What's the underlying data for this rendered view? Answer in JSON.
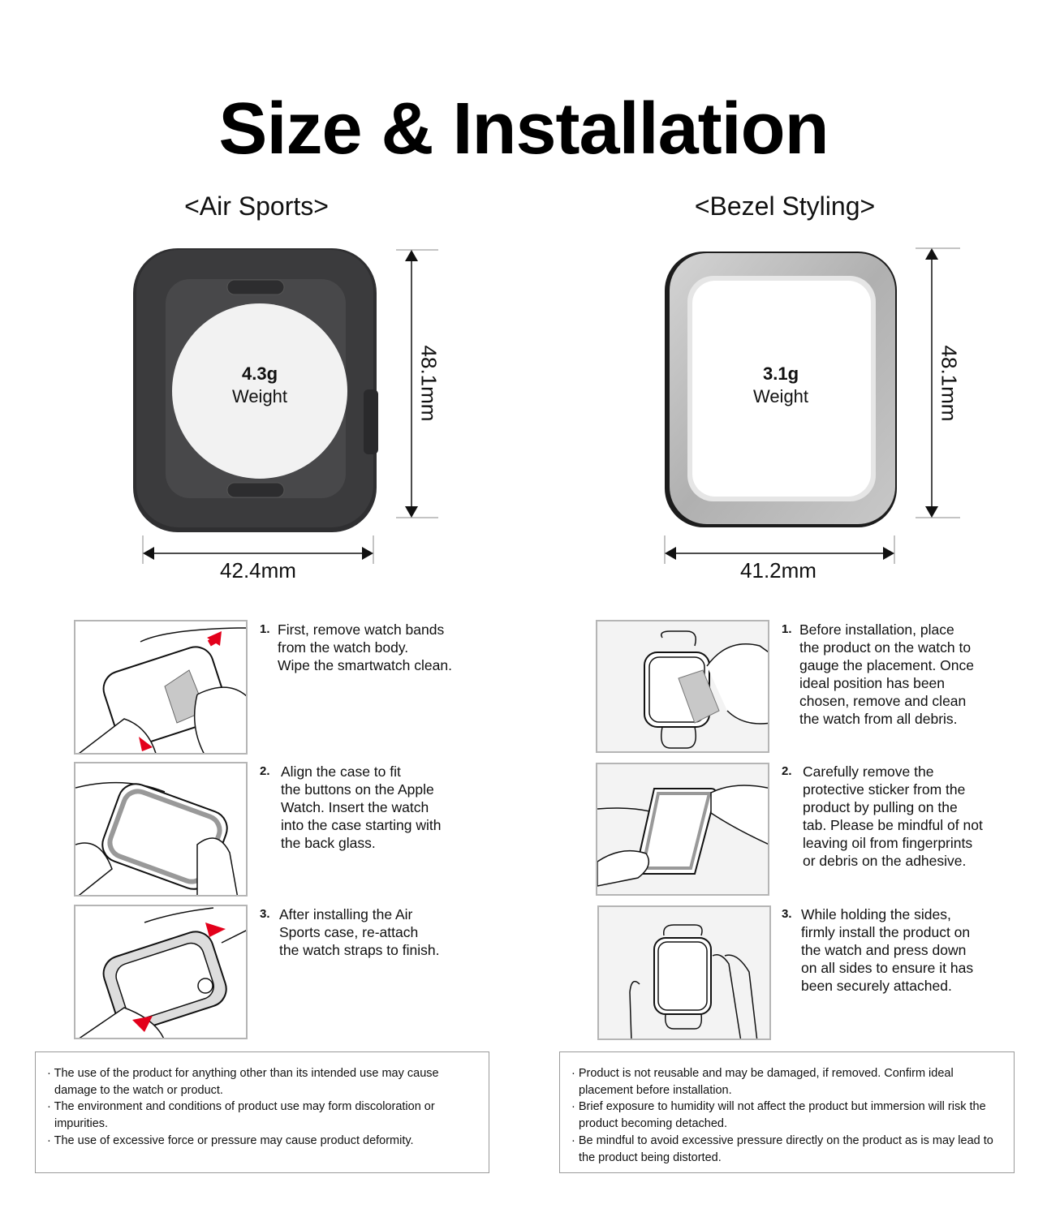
{
  "header": {
    "title": "Size & Installation"
  },
  "products": [
    {
      "name": "<Air Sports>",
      "weight_value": "4.3g",
      "weight_label": "Weight",
      "width": "42.4mm",
      "height": "48.1mm",
      "color": "#3a3a3c"
    },
    {
      "name": "<Bezel Styling>",
      "weight_value": "3.1g",
      "weight_label": "Weight",
      "width": "41.2mm",
      "height": "48.1mm",
      "color": "#b8b8b8"
    }
  ],
  "steps_left": [
    {
      "num": "1.",
      "text": "First, remove watch bands\nfrom the watch body.\nWipe the smartwatch clean.",
      "icon": "wipe-watch-illustration"
    },
    {
      "num": "2.",
      "text": "Align the case to fit\nthe buttons on the Apple\nWatch. Insert the watch\ninto the case starting with\nthe back glass.",
      "icon": "insert-case-illustration"
    },
    {
      "num": "3.",
      "text": "After installing the Air\nSports case, re-attach\nthe watch straps to finish.",
      "icon": "reattach-strap-illustration"
    }
  ],
  "steps_right": [
    {
      "num": "1.",
      "text": "Before installation, place\nthe product on the watch to\ngauge the placement. Once\nideal position has been\nchosen, remove and clean\nthe watch from all debris.",
      "icon": "clean-watch-illustration"
    },
    {
      "num": "2.",
      "text": "Carefully remove the\nprotective sticker from the\nproduct by pulling on the\ntab. Please be mindful of not\nleaving oil from fingerprints\nor debris on the adhesive.",
      "icon": "peel-sticker-illustration"
    },
    {
      "num": "3.",
      "text": "While holding the sides,\nfirmly install the product on\nthe watch and press down\non all sides to ensure it has\nbeen securely attached.",
      "icon": "press-bezel-illustration"
    }
  ],
  "notes_left": [
    "The use of the product for anything other than its intended use may cause damage to the watch or product.",
    "The environment and conditions of product use may form discoloration or impurities.",
    "The use of excessive force or pressure may cause product deformity."
  ],
  "notes_right": [
    "Product is not reusable and may be damaged, if removed. Confirm ideal placement before installation.",
    "Brief exposure to humidity will not affect the product but immersion will risk the product becoming detached.",
    "Be mindful to avoid excessive pressure directly on the product as is may lead to the product being distorted."
  ],
  "colors": {
    "arrow_red": "#e3001b",
    "case_dark": "#3a3a3c",
    "bezel_silver": "#b8b8b8"
  }
}
